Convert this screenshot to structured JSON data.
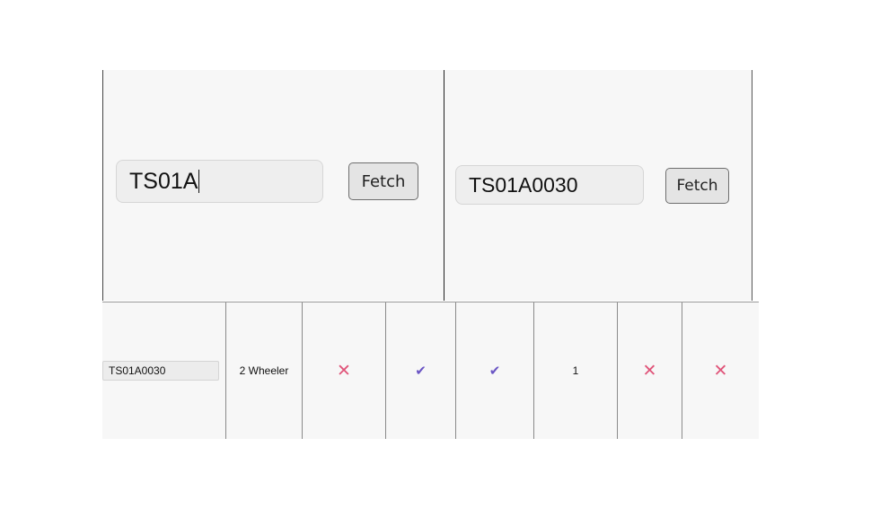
{
  "left_panel": {
    "vin_value": "TS01A",
    "fetch_label": "Fetch"
  },
  "right_panel": {
    "vin_value": "TS01A0030",
    "fetch_label": "Fetch"
  },
  "result_row": {
    "vin": "TS01A0030",
    "vehicle_type": "2 Wheeler",
    "count": "1",
    "status_icons": [
      "cross-icon",
      "check-icon",
      "check-icon",
      "cross-icon",
      "cross-icon"
    ]
  },
  "colors": {
    "cross": "#e0557a",
    "check": "#6a55c4",
    "panel_bg": "#f7f7f7"
  }
}
